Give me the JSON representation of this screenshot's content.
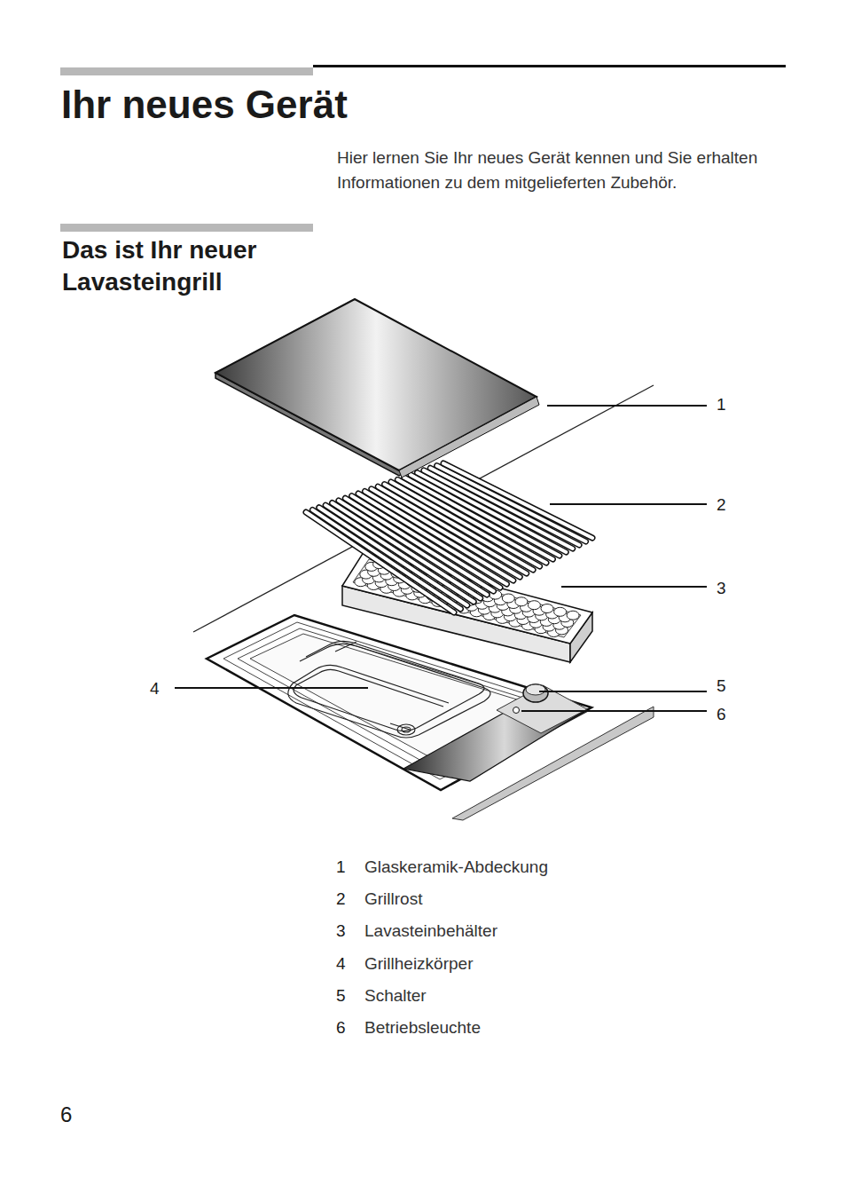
{
  "diagram": {
    "title": "Ihr neues Gerät",
    "labels": [
      "Hier lernen Sie Ihr neues Gerät kennen und Sie erhalten Informationen zu dem mitgelieferten Zubehör.",
      "Das ist Ihr neuer Lavasteingrill",
      "1",
      "2",
      "3",
      "4",
      "5",
      "6",
      "1",
      "Glaskeramik-Abdeckung",
      "2",
      "Grillrost",
      "3",
      "Lavasteinbehälter",
      "4",
      "Grillheizkörper",
      "5",
      "Schalter",
      "6",
      "Betriebsleuchte",
      "6"
    ]
  }
}
